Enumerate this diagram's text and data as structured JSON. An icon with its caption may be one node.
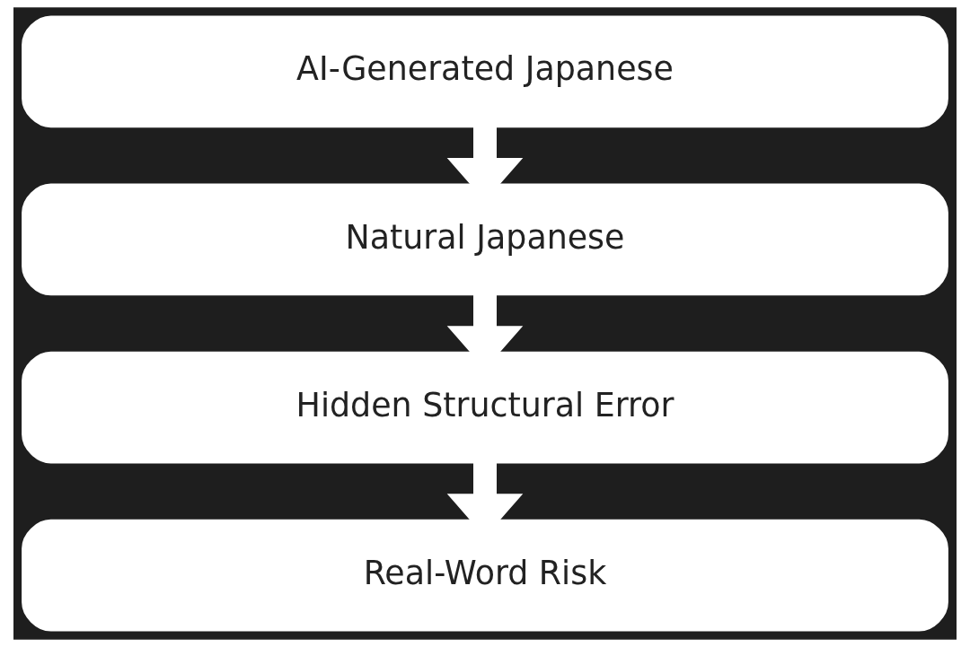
{
  "diagram": {
    "nodes": [
      {
        "text": [
          "AI-Generated Japanese"
        ]
      },
      {
        "text": [
          "Natural Japanese"
        ]
      },
      {
        "text": [
          "Hidden Structural Error"
        ]
      },
      {
        "text": [
          "Real-Word Risk"
        ]
      }
    ],
    "edges": [
      {
        "from": 0,
        "to": 1,
        "arrow": "to"
      },
      {
        "from": 1,
        "to": 2,
        "arrow": "to"
      },
      {
        "from": 2,
        "to": 3,
        "arrow": "to"
      }
    ]
  }
}
